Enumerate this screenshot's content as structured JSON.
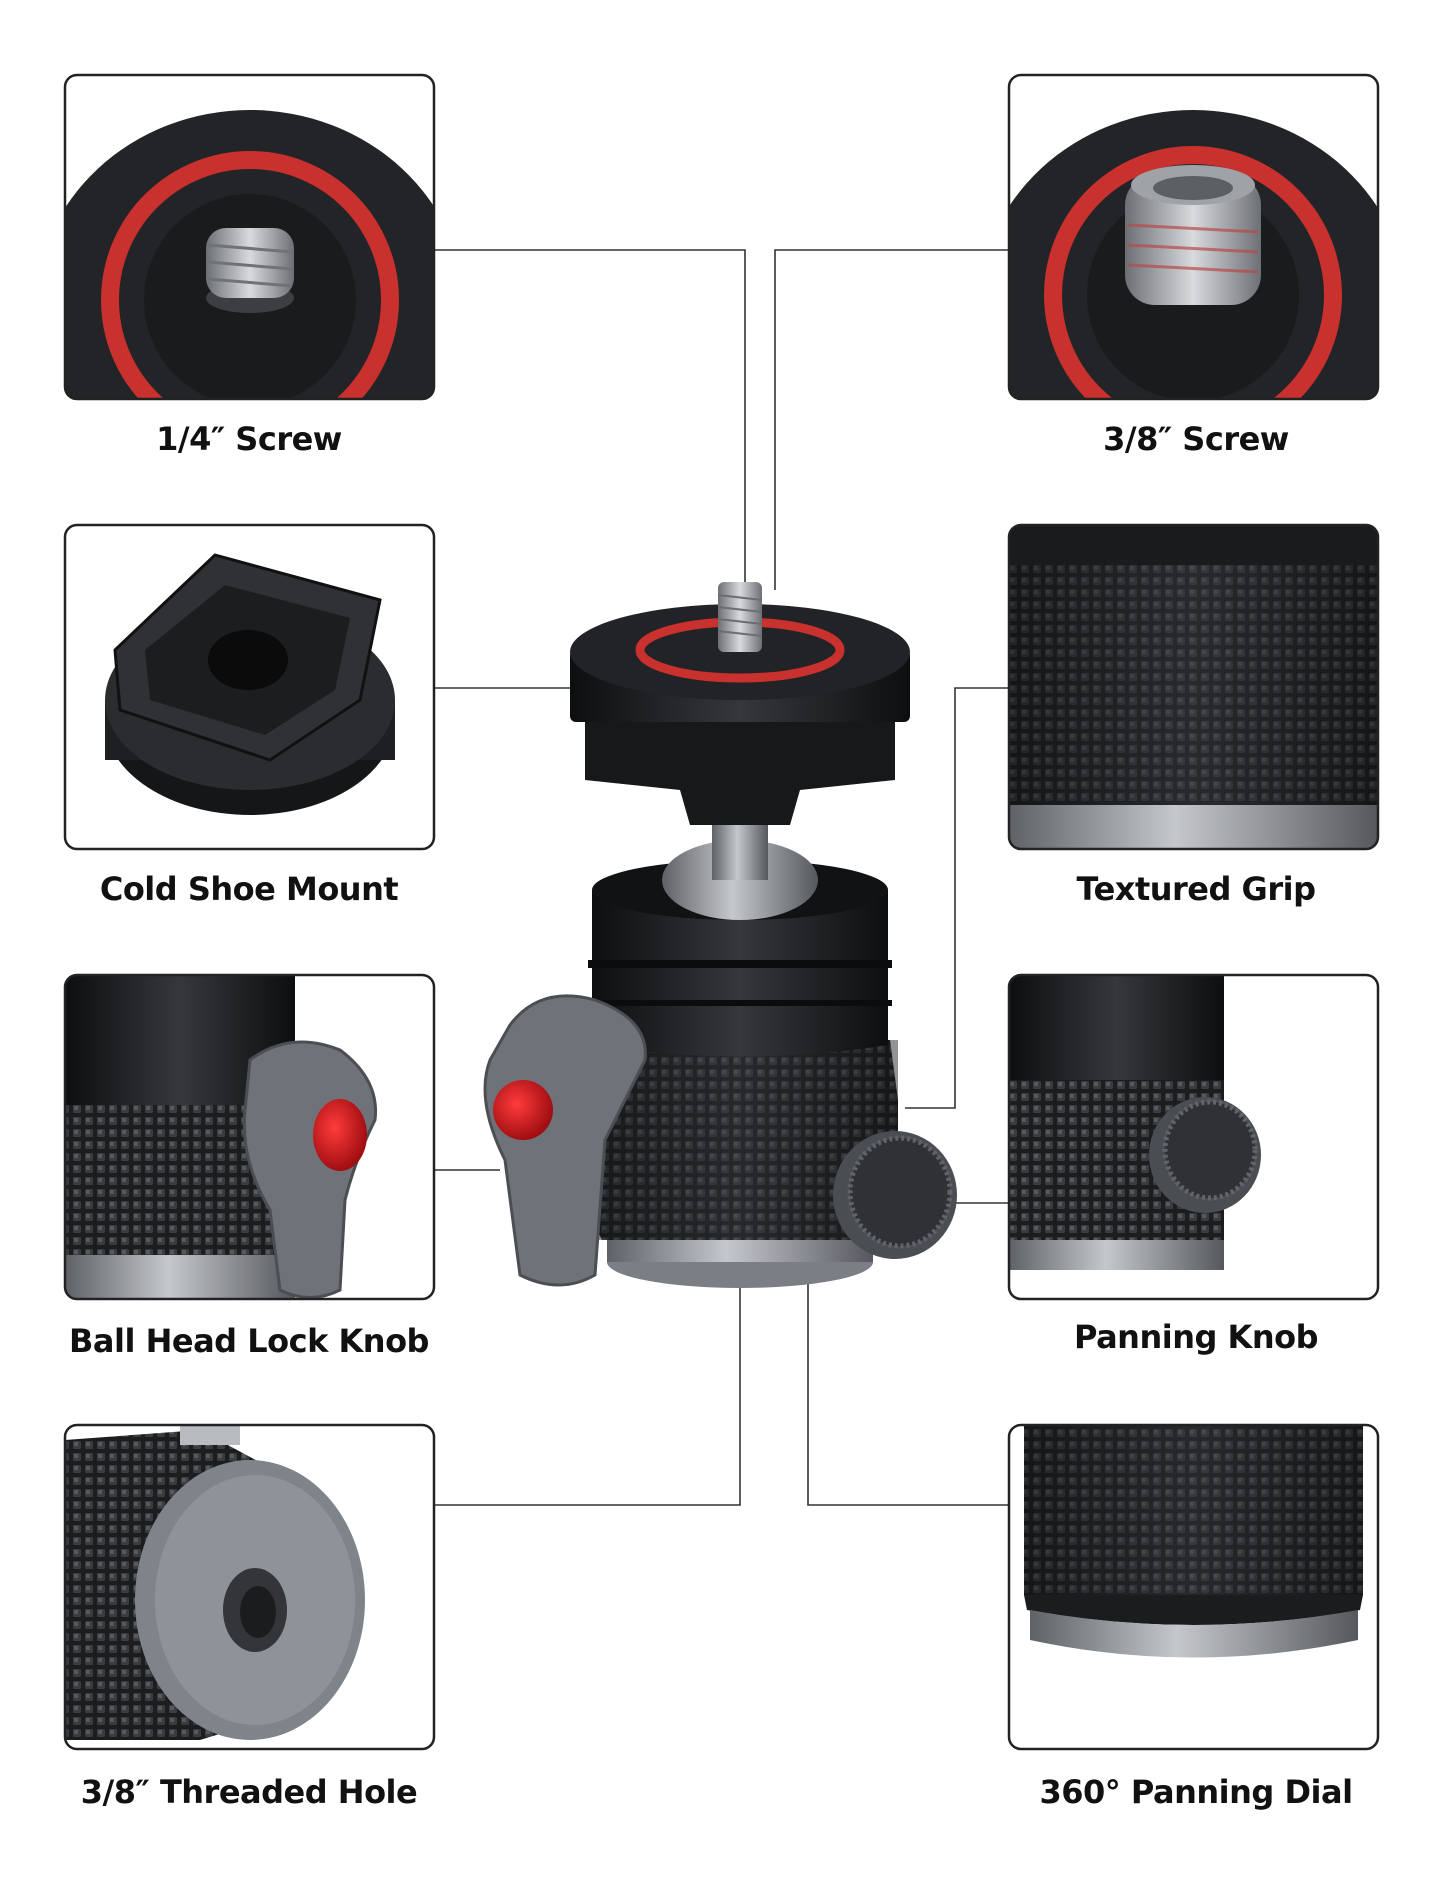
{
  "colors": {
    "accent_red": "#c8312d",
    "body_black": "#1b1c1e",
    "metal_gray": "#8e9299",
    "frame": "#222222",
    "connector": "#333333"
  },
  "callouts": [
    {
      "id": "quarter-inch-screw",
      "label": "1/4″ Screw"
    },
    {
      "id": "three-eighths-screw",
      "label": "3/8″ Screw"
    },
    {
      "id": "cold-shoe-mount",
      "label": "Cold Shoe Mount"
    },
    {
      "id": "textured-grip",
      "label": "Textured Grip"
    },
    {
      "id": "ball-head-lock-knob",
      "label": "Ball Head Lock Knob"
    },
    {
      "id": "panning-knob",
      "label": "Panning Knob"
    },
    {
      "id": "threaded-hole",
      "label": "3/8″ Threaded Hole"
    },
    {
      "id": "panning-dial",
      "label": "360° Panning Dial"
    }
  ]
}
